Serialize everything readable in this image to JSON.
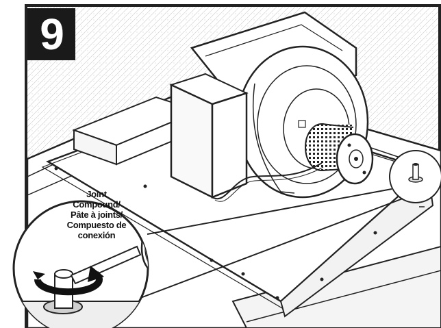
{
  "step": {
    "number": "9"
  },
  "callout": {
    "lines": [
      "Joint",
      "Compound/",
      "Pâte à joints/",
      "Compuesto de",
      "conexión"
    ]
  }
}
